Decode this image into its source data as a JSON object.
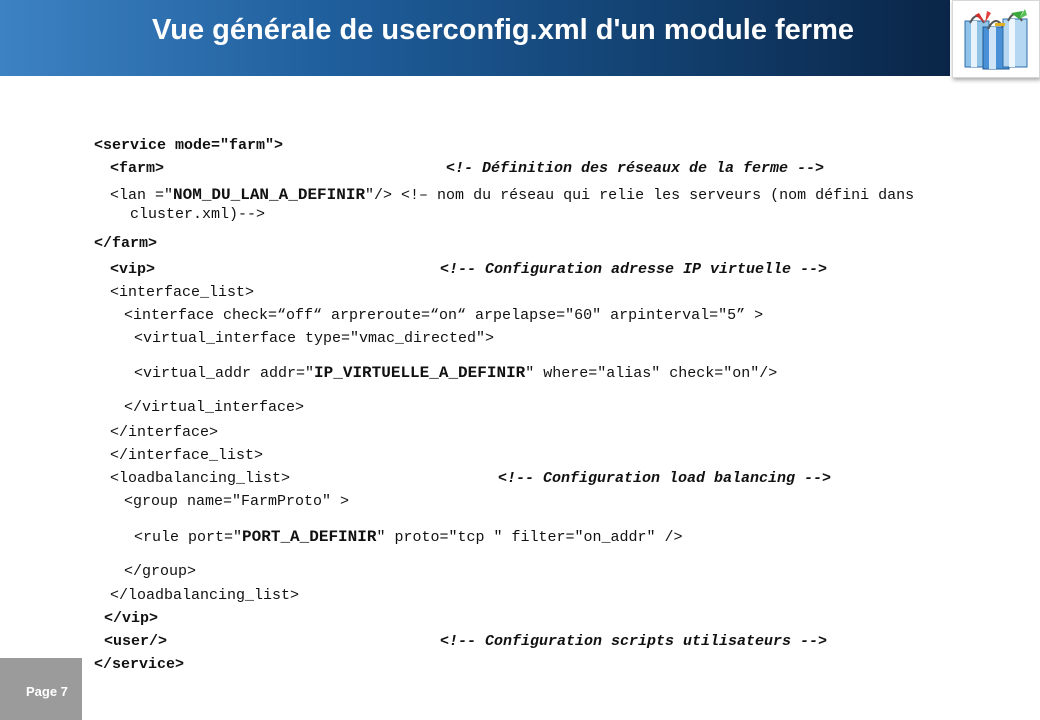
{
  "slide": {
    "title": "Vue générale de userconfig.xml d'un module ferme",
    "page_label": "Page 7",
    "logo_icon": "shopping-bags-logo-icon"
  },
  "code": {
    "l01": "<service mode=\"farm\">",
    "l02a": "<farm>",
    "l02b": "<!- Définition des réseaux de la ferme -->",
    "l03a": "<lan =\"",
    "l03b": "NOM_DU_LAN_A_DEFINIR",
    "l03c": "\"/> <!– nom du réseau qui relie les serveurs (nom défini dans",
    "l04": "cluster.xml)-->",
    "l05": "</farm>",
    "l06a": "<vip>",
    "l06b": "<!-- Configuration adresse IP virtuelle -->",
    "l07": "<interface_list>",
    "l08": "<interface check=“off“ arpreroute=“on“ arpelapse=\"60\" arpinterval=\"5” >",
    "l09": "<virtual_interface type=\"vmac_directed\">",
    "l10a": "<virtual_addr addr=\"",
    "l10b": "IP_VIRTUELLE_A_DEFINIR",
    "l10c": "\" where=\"alias\" check=\"on\"/>",
    "l11": "</virtual_interface>",
    "l12": "</interface>",
    "l13": "</interface_list>",
    "l14a": "<loadbalancing_list>",
    "l14b": "<!-- Configuration load balancing -->",
    "l15": "<group name=\"FarmProto\" >",
    "l16a": "<rule port=\"",
    "l16b": "PORT_A_DEFINIR",
    "l16c": "\" proto=\"tcp \" filter=\"on_addr\" />",
    "l17": "</group>",
    "l18": "</loadbalancing_list>",
    "l19": "</vip>",
    "l20a": "<user/>",
    "l20b": "<!-- Configuration scripts utilisateurs -->",
    "l21": "</service>"
  }
}
